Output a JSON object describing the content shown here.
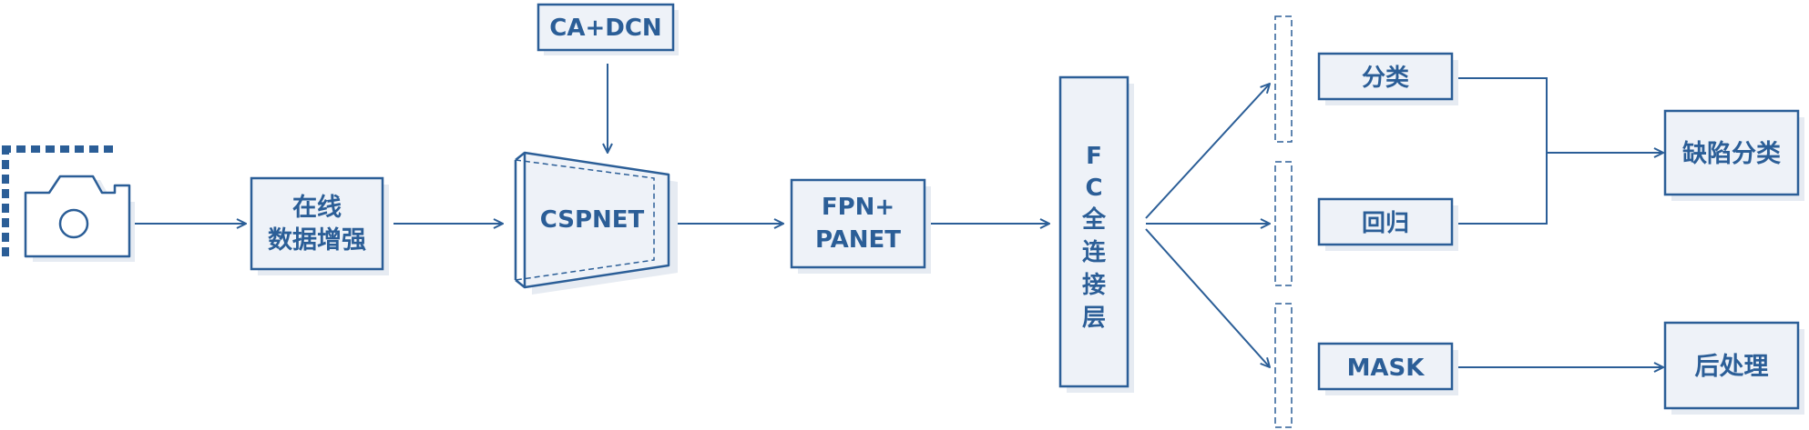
{
  "colors": {
    "stroke": "#2b5e97",
    "fill": "#eef2f8",
    "shadow": "#e6ebf2",
    "text": "#2b5e97"
  },
  "icons": {
    "input": "camera-icon"
  },
  "nodes": {
    "augment": {
      "line1": "在线",
      "line2": "数据增强"
    },
    "attention": {
      "label": "CA+DCN"
    },
    "backbone": {
      "label": "CSPNET"
    },
    "neck": {
      "line1": "FPN+",
      "line2": "PANET"
    },
    "fc": {
      "line1": "F",
      "line2": "C",
      "line3": "全",
      "line4": "连",
      "line5": "接",
      "line6": "层"
    },
    "classify": {
      "label": "分类"
    },
    "regress": {
      "label": "回归"
    },
    "mask": {
      "label": "MASK"
    },
    "defect": {
      "label": "缺陷分类"
    },
    "post": {
      "label": "后处理"
    }
  }
}
